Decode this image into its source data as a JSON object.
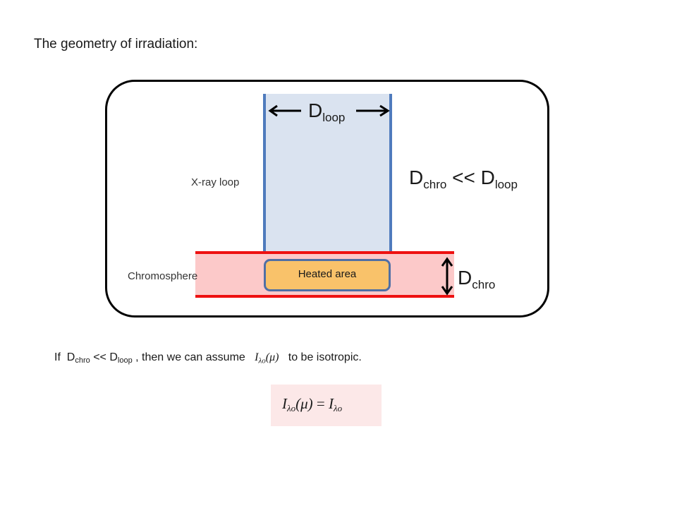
{
  "heading": "The geometry of irradiation:",
  "labels": {
    "xray_loop": "X-ray loop",
    "chromosphere": "Chromosphere",
    "heated_area": "Heated area"
  },
  "d_loop": {
    "base": "D",
    "sub": "loop"
  },
  "relation": {
    "left_base": "D",
    "left_sub": "chro",
    "op": "<<",
    "right_base": "D",
    "right_sub": "loop"
  },
  "d_chro": {
    "base": "D",
    "sub": "chro"
  },
  "condition": {
    "prefix": "If",
    "d1_base": "D",
    "d1_sub": "chro",
    "op": "<<",
    "d2_base": "D",
    "d2_sub": "loop",
    "middle": ", then we can assume",
    "suffix": "to be isotropic.",
    "expr_I": "I",
    "expr_sub": "λo",
    "expr_arg": "(μ)"
  },
  "equation": {
    "lhs_I": "I",
    "lhs_sub": "λo",
    "lhs_arg": "(μ)",
    "eq": "=",
    "rhs_I": "I",
    "rhs_sub": "λo"
  },
  "colors": {
    "loop_fill": "#dae3f0",
    "loop_wall": "#4f7bbd",
    "chromosphere_fill": "#fcc9c9",
    "chromosphere_edge": "#ee1111",
    "heated_fill": "#f9c26a",
    "heated_border": "#4f6fa5",
    "equation_bg": "#fce8e8"
  }
}
